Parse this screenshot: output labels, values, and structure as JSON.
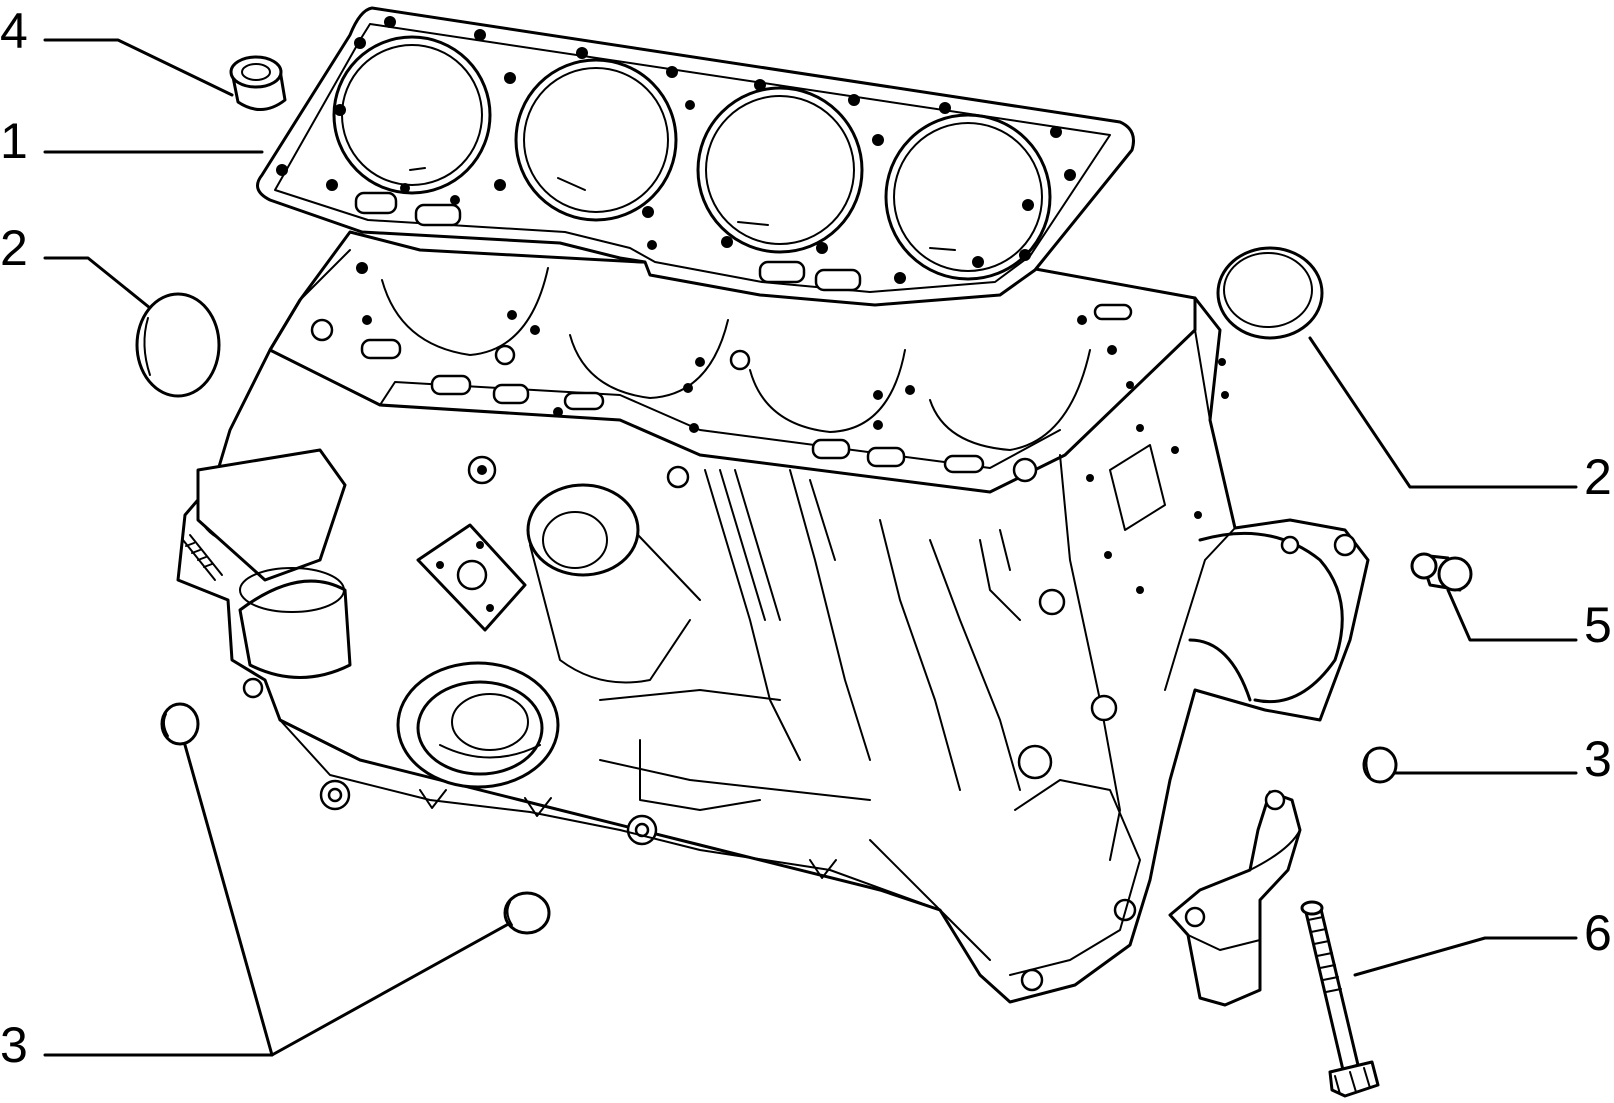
{
  "callouts": {
    "c4": "4",
    "c1": "1",
    "c2_left": "2",
    "c2_right": "2",
    "c5": "5",
    "c3_right": "3",
    "c3_bottom": "3",
    "c6": "6"
  }
}
